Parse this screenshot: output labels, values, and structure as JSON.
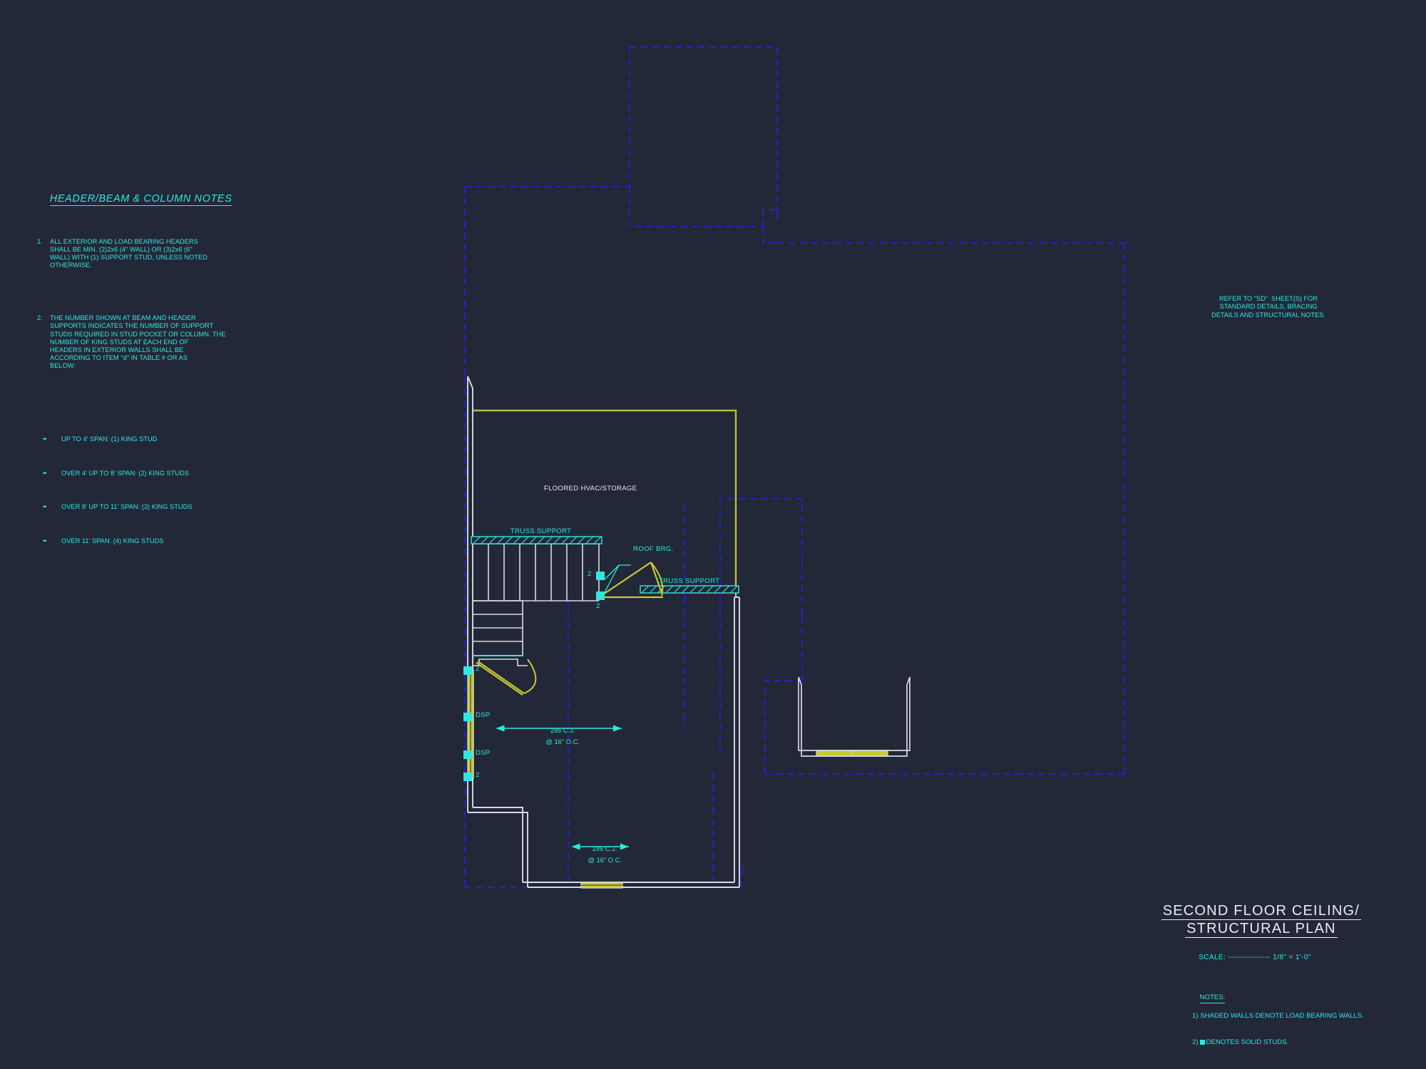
{
  "sheet": {
    "background_color": "#232838",
    "cyan": "#2ee8e0",
    "white": "#e8ecf2",
    "yellow": "#c8c832",
    "blue_dashed": "#2222cc"
  },
  "header_notes": {
    "title": "HEADER/BEAM & COLUMN NOTES",
    "items": [
      {
        "number": "1.",
        "text": "ALL EXTERIOR AND LOAD BEARING HEADERS\nSHALL BE MIN. (2)2x6 (4\" WALL) OR (3)2x6 (6\"\nWALL) WITH (1) SUPPORT STUD, UNLESS NOTED\nOTHERWISE."
      },
      {
        "number": "2.",
        "text": "THE NUMBER SHOWN AT BEAM AND HEADER\nSUPPORTS INDICATES THE NUMBER OF SUPPORT\nSTUDS REQUIRED IN STUD POCKET OR COLUMN. THE\nNUMBER OF KING STUDS AT EACH END OF\nHEADERS IN EXTERIOR WALLS SHALL BE\nACCORDING TO ITEM \"d\" IN TABLE # OR AS\nBELOW:"
      }
    ],
    "bullets": [
      "UP TO 4' SPAN: (1) KING STUD",
      "OVER 4' UP TO 8' SPAN: (2) KING STUDS",
      "OVER 8' UP TO 11' SPAN: (3) KING STUDS",
      "OVER 11' SPAN: (4) KING STUDS"
    ],
    "bullet_mark": "••"
  },
  "refer_note": {
    "text": "REFER TO \"SD\"  SHEET(S) FOR\nSTANDARD DETAILS, BRACING\nDETAILS AND STRUCTURAL NOTES."
  },
  "title_block": {
    "line1": "SECOND FLOOR CEILING/",
    "line2": "STRUCTURAL PLAN",
    "scale": "SCALE: ---------------- 1/8\" = 1'-0\""
  },
  "bottom_notes": {
    "header": "NOTES:",
    "item1": "1) SHADED WALLS DENOTE LOAD BEARING WALLS.",
    "item2_prefix": "2)",
    "item2_text": "DENOTES SOLID STUDS."
  },
  "plan_labels": {
    "hvac_storage": "FLOORED HVAC/STORAGE",
    "truss_support_upper": "TRUSS SUPPORT",
    "truss_support_lower": "TRUSS SUPPORT",
    "roof_brg": "ROOF BRG.",
    "stud_count_1": "2",
    "stud_count_2": "2",
    "stud_count_3": "2",
    "stud_count_4": "2",
    "dsp_1": "DSP",
    "dsp_2": "DSP",
    "joist_upper_line1": "2x6 C.J.",
    "joist_upper_line2": "@ 16\" O.C.",
    "joist_lower_line1": "2x6 C.J.",
    "joist_lower_line2": "@ 16\" O.C."
  }
}
